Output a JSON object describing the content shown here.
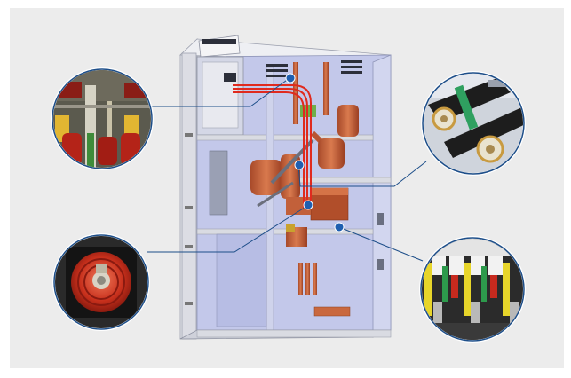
{
  "figure": {
    "subject": "switchgear-cabinet",
    "colors": {
      "background": "#ececec",
      "cabinet_frame": "#d9dbe2",
      "interior": "#b9bfe6",
      "busbar_copper": "#c8643e",
      "red_wire": "#e02a1e",
      "callout_line": "#1d4e89",
      "callout_dot": "#1f5fb0",
      "callout_ring": "#ffffff"
    },
    "callouts": [
      {
        "id": "top-left",
        "subject": "busbar-and-earthing-switch-closeup"
      },
      {
        "id": "bottom-left",
        "subject": "red-insulator-bushing-closeup"
      },
      {
        "id": "top-right",
        "subject": "current-transformer-closeup"
      },
      {
        "id": "bottom-right",
        "subject": "terminal-block-wiring-closeup"
      }
    ]
  }
}
